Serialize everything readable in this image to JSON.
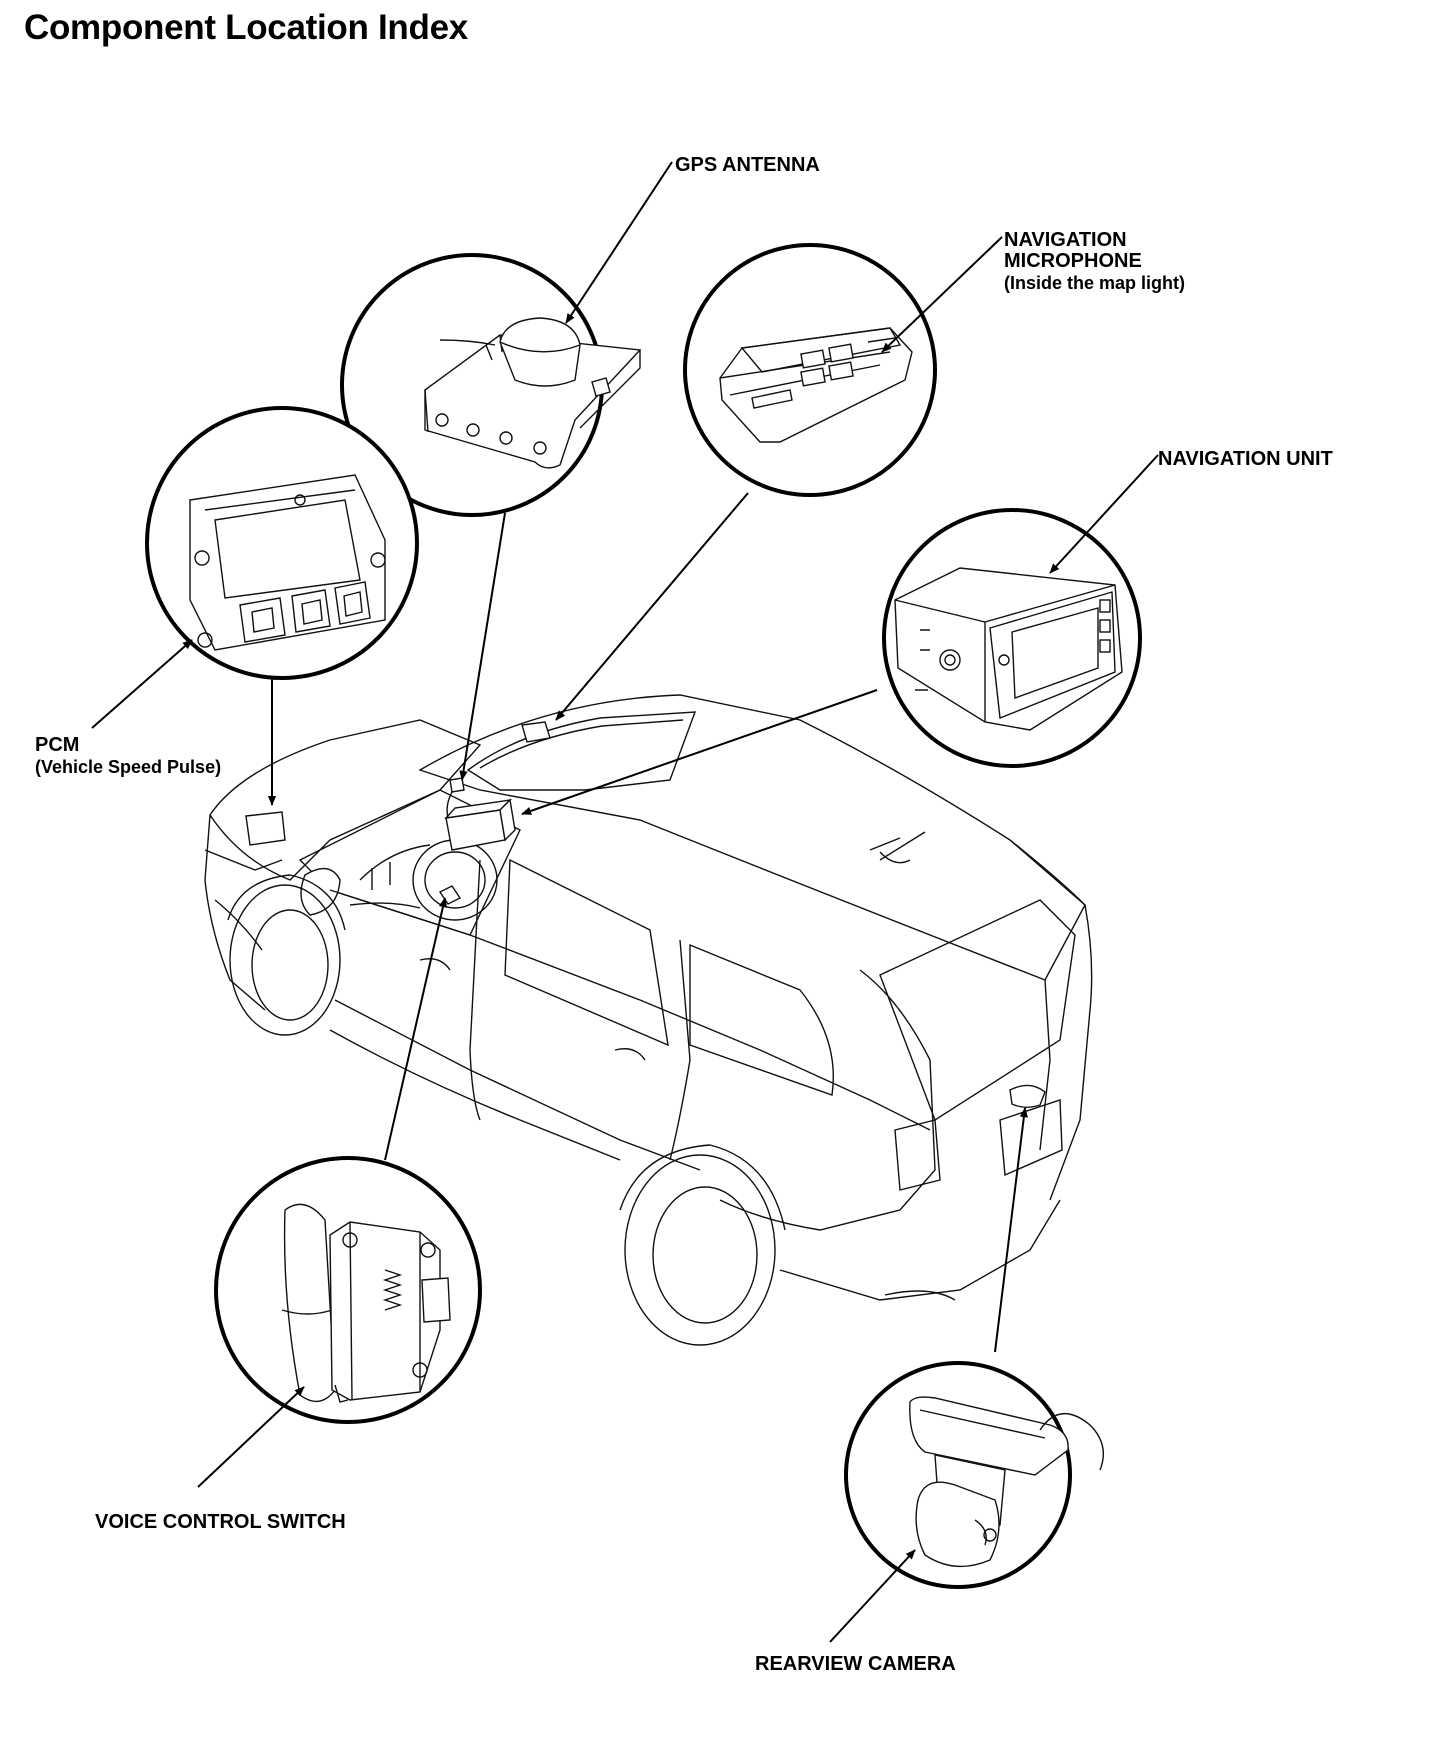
{
  "title": "Component Location Index",
  "labels": {
    "gps_antenna": "GPS ANTENNA",
    "nav_mic_line1": "NAVIGATION",
    "nav_mic_line2": "MICROPHONE",
    "nav_mic_line3": "(Inside the map light)",
    "nav_unit": "NAVIGATION UNIT",
    "pcm_line1": "PCM",
    "pcm_line2": "(Vehicle Speed Pulse)",
    "voice_switch": "VOICE CONTROL SWITCH",
    "rear_camera": "REARVIEW CAMERA"
  },
  "colors": {
    "ink": "#000000",
    "background": "#ffffff"
  }
}
